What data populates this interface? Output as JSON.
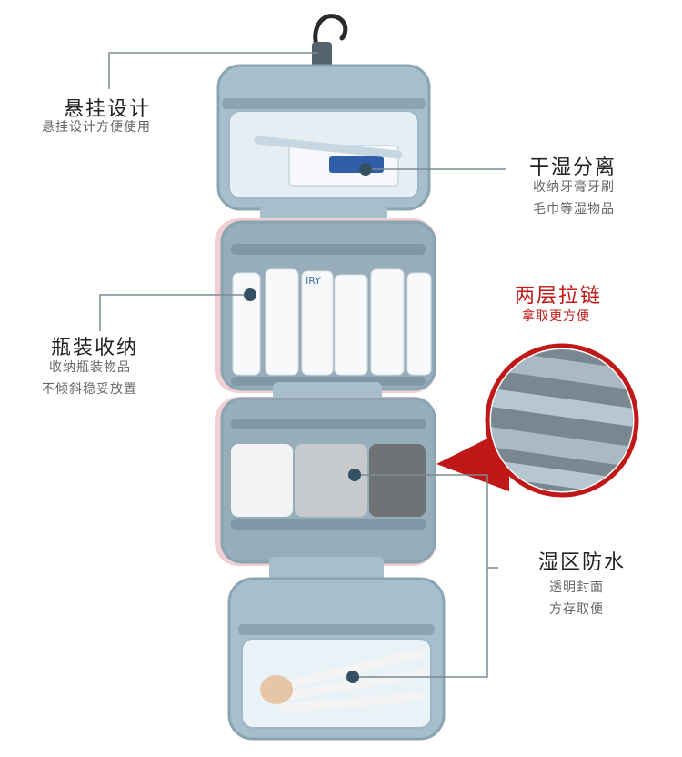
{
  "colors": {
    "pouch_blue": "#a7bfcc",
    "pouch_edge": "#8aa4b2",
    "pink_trim": "#f2cfd3",
    "accent_red": "#c01818",
    "callout_line": "#7d8a93"
  },
  "callouts": [
    {
      "title": "悬挂设计",
      "lines": [
        "悬挂设计方便使用"
      ]
    },
    {
      "title": "干湿分离",
      "lines": [
        "收纳牙膏牙刷",
        "毛巾等湿物品"
      ]
    },
    {
      "title": "两层拉链",
      "lines": [
        "拿取更方便"
      ]
    },
    {
      "title": "瓶装收纳",
      "lines": [
        "收纳瓶装物品",
        "不倾斜稳妥放置"
      ]
    },
    {
      "title": "湿区防水",
      "lines": [
        "透明封面",
        "方存取便"
      ]
    }
  ],
  "product_prints": {
    "bottle_label": "IRY"
  }
}
